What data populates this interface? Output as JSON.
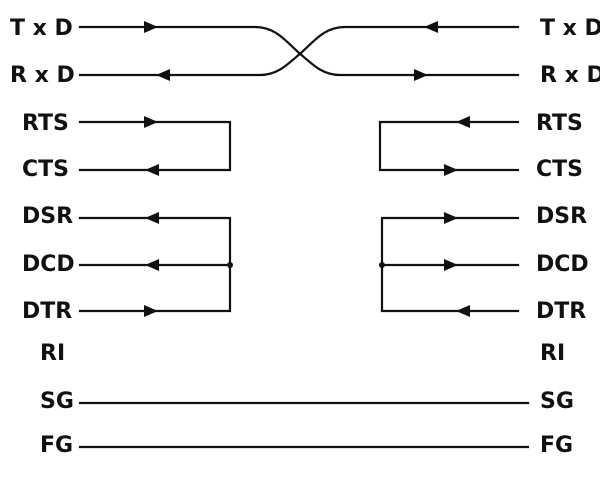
{
  "left_labels": {
    "txd": "T x D",
    "rxd": "R x D",
    "rts": "RTS",
    "cts": "CTS",
    "dsr": "DSR",
    "dcd": "DCD",
    "dtr": "DTR",
    "ri": "RI",
    "sg": "SG",
    "fg": "FG"
  },
  "right_labels": {
    "txd": "T x D",
    "rxd": "R x D",
    "rts": "RTS",
    "cts": "CTS",
    "dsr": "DSR",
    "dcd": "DCD",
    "dtr": "DTR",
    "ri": "RI",
    "sg": "SG",
    "fg": "FG"
  },
  "colors": {
    "line": "#111111",
    "background": "#ffffff"
  }
}
